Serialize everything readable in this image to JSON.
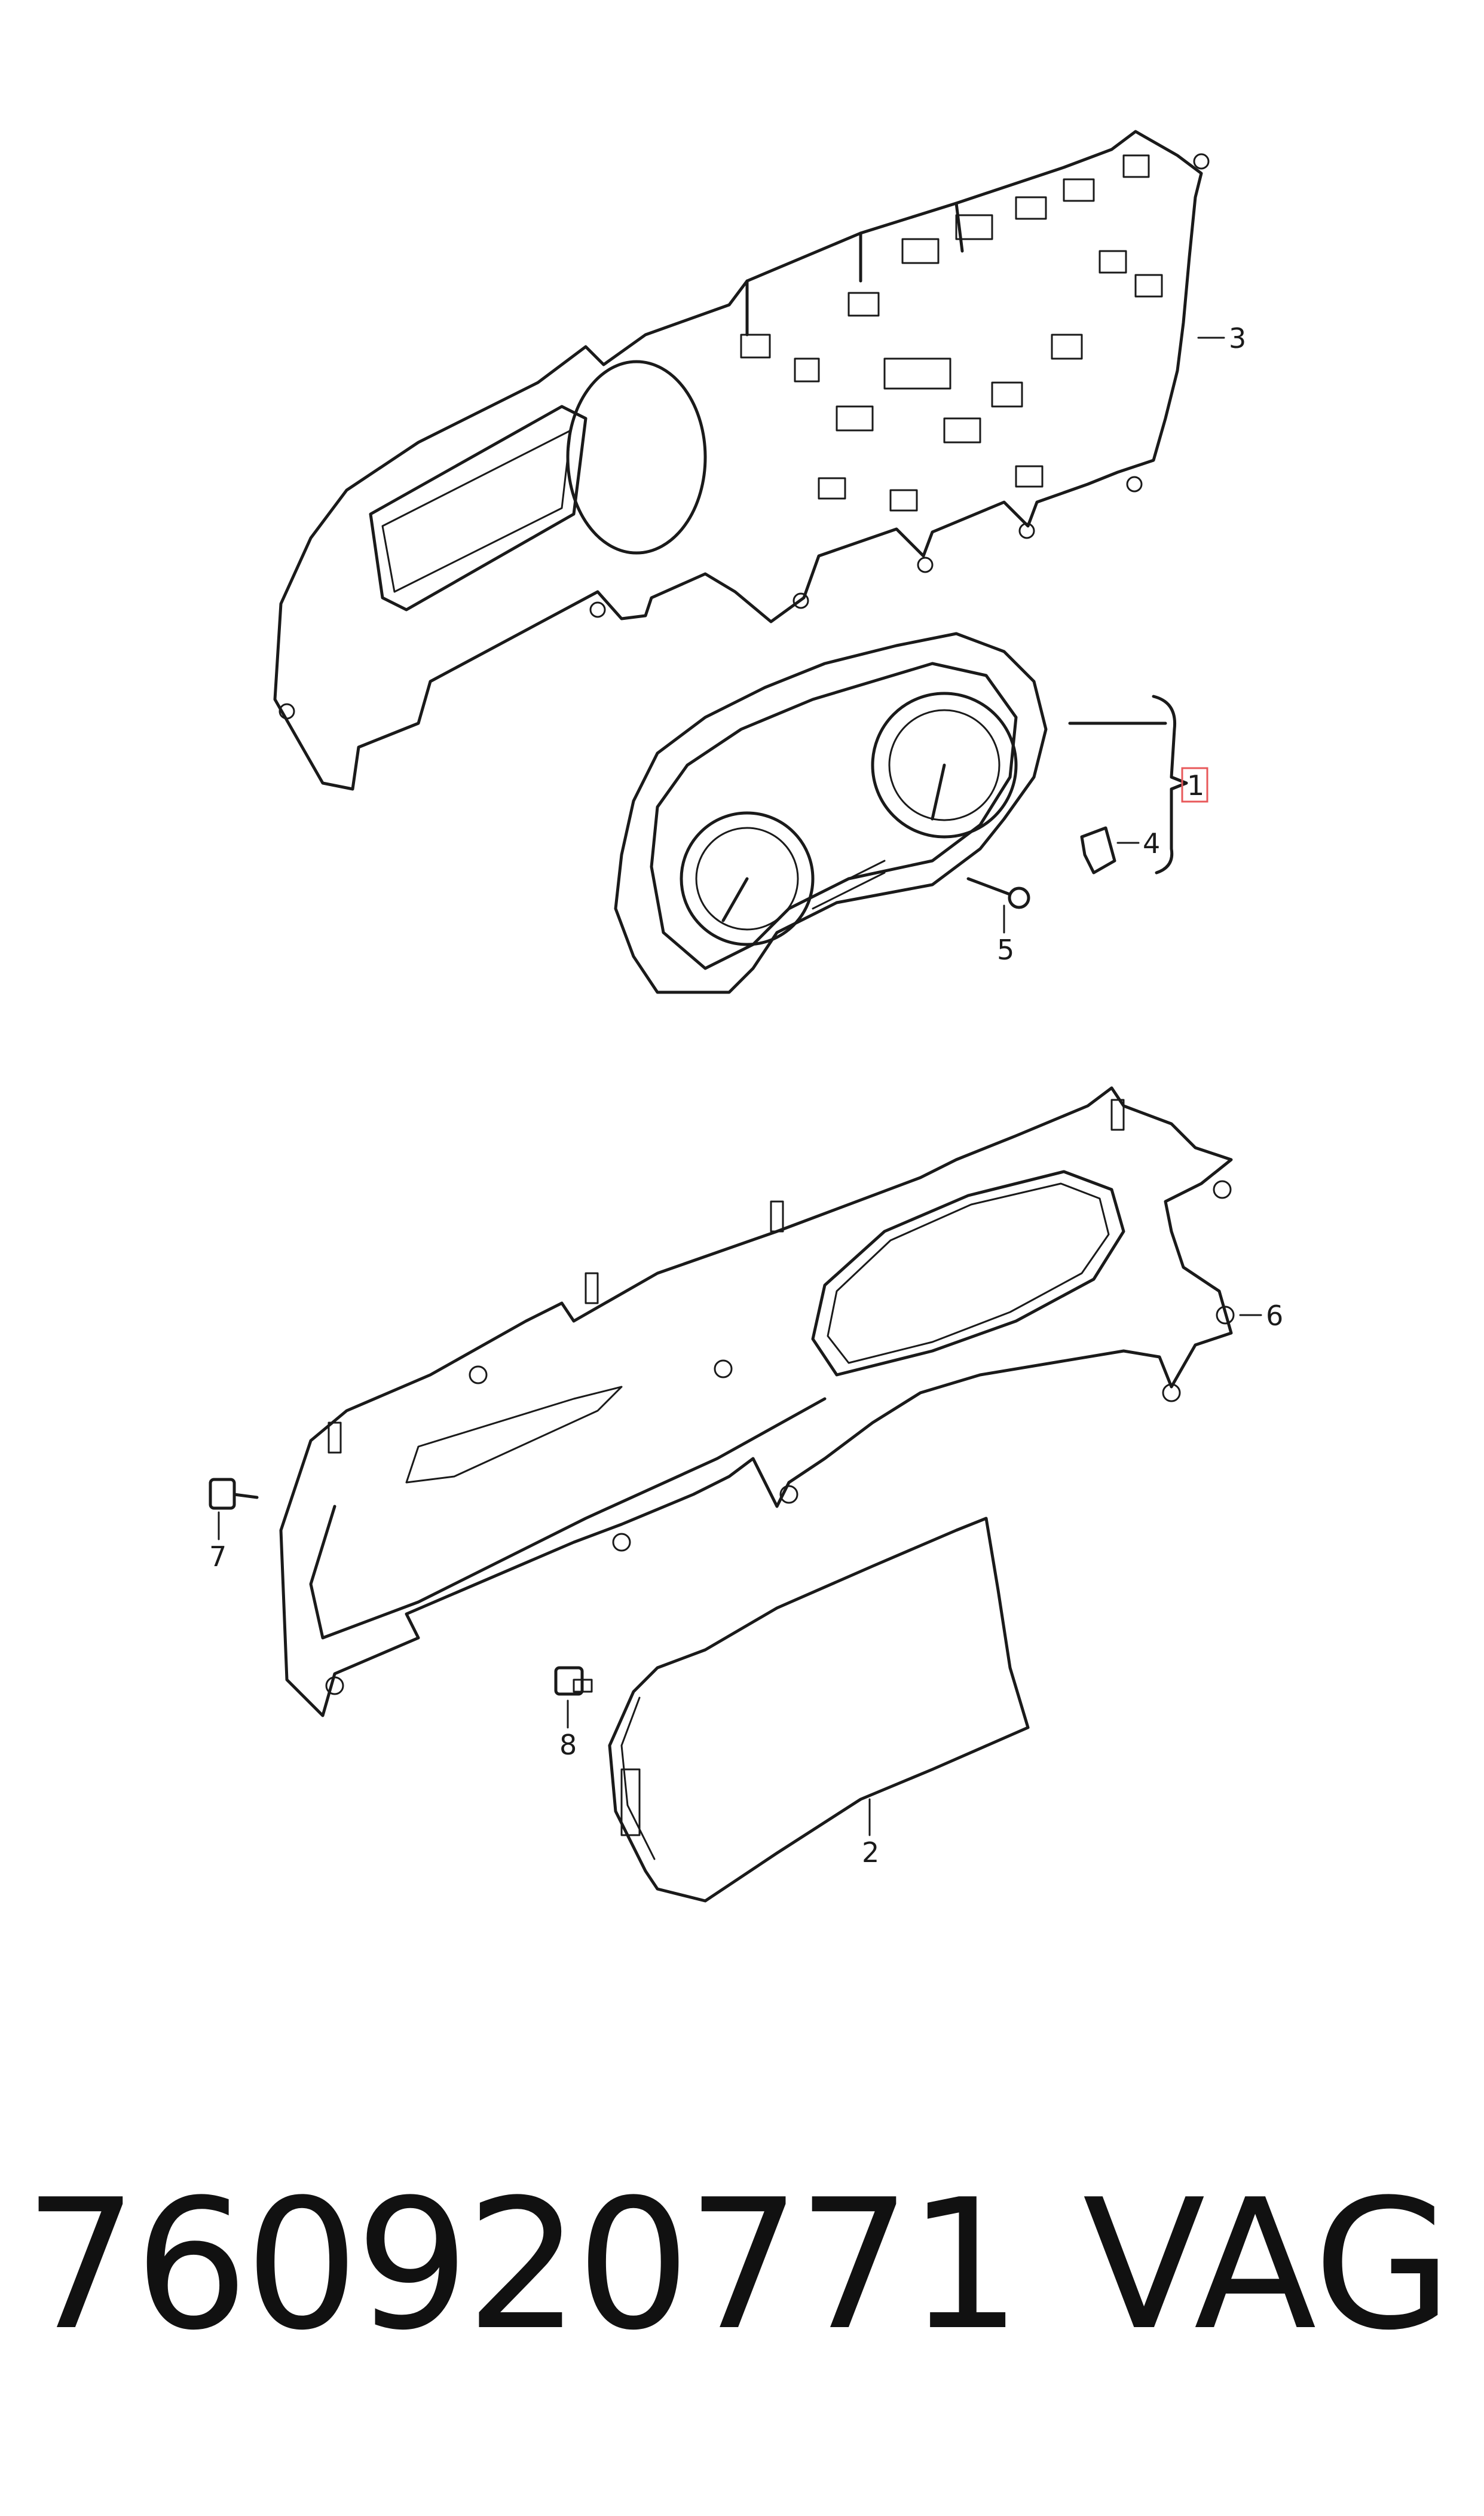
{
  "callouts": {
    "c1": "1",
    "c2": "2",
    "c3": "3",
    "c4": "4",
    "c5": "5",
    "c6": "6",
    "c7": "7",
    "c8": "8"
  },
  "highlight_color": "#e8585a",
  "footer": {
    "part_number": "760920771",
    "brand": "VAG"
  }
}
